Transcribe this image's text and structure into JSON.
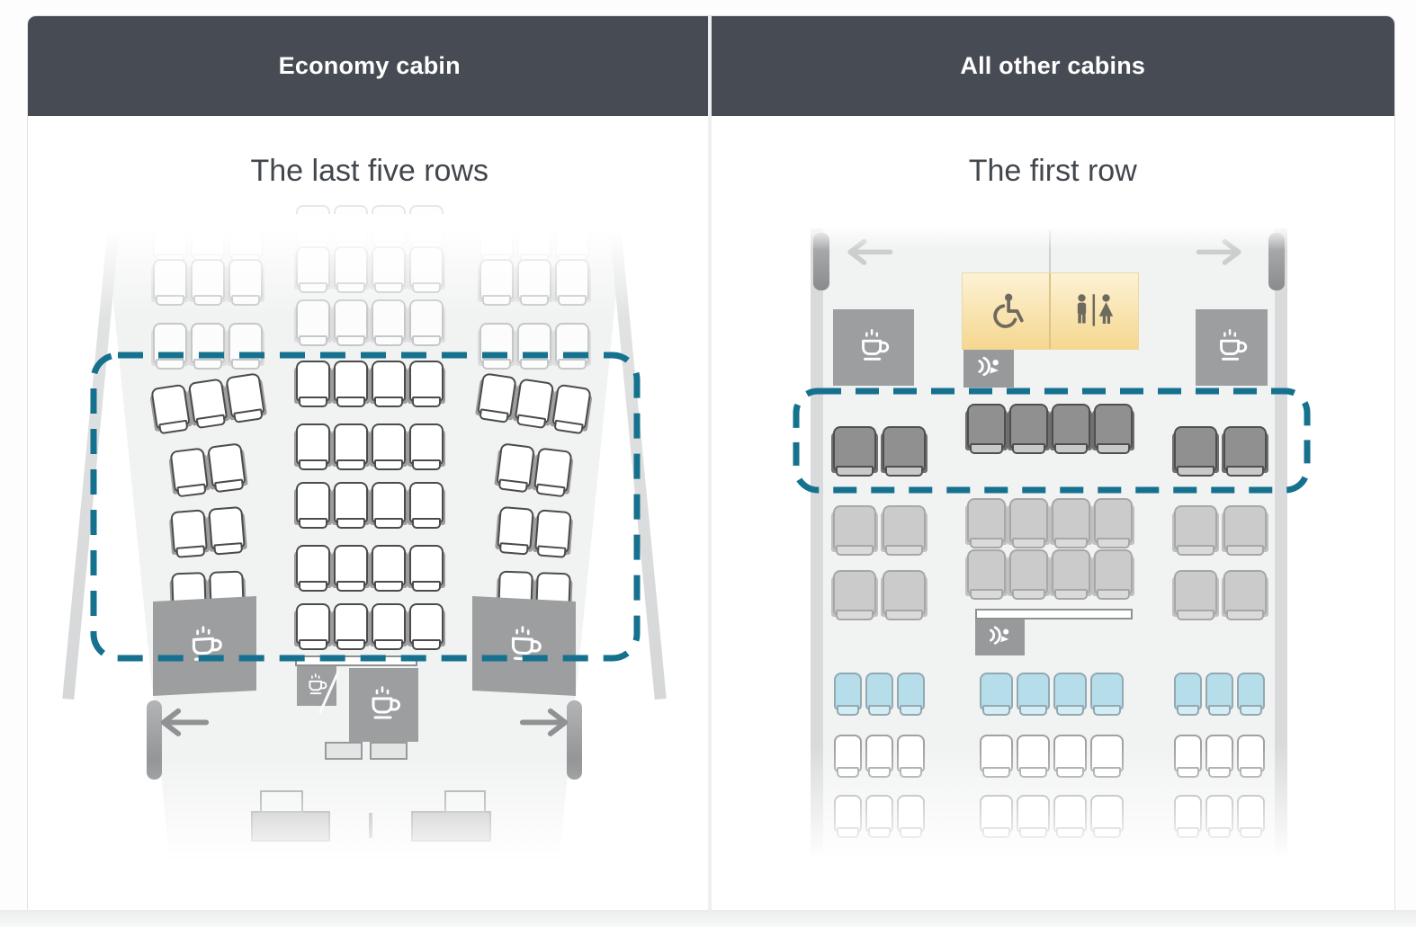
{
  "table": {
    "columns": [
      {
        "id": "economy",
        "header": "Economy cabin",
        "subtitle": "The last five rows"
      },
      {
        "id": "other",
        "header": "All other cabins",
        "subtitle": "The first row"
      }
    ]
  },
  "colors": {
    "header_bg": "#474c54",
    "header_text": "#ffffff",
    "subtitle_text": "#42474d",
    "highlight_dashed": "#15718e",
    "fuselage": "#f1f2f2",
    "galley_gray": "#9c9ea0",
    "lavatory_yellow": "#f5d78f",
    "selected_seat_dark": "#909090",
    "bassinet_row_blue": "#b6ddea"
  },
  "icons": [
    {
      "name": "coffee-cup-icon",
      "meaning": "galley"
    },
    {
      "name": "wheelchair-icon",
      "meaning": "accessible lavatory"
    },
    {
      "name": "restroom-icon",
      "meaning": "lavatory"
    },
    {
      "name": "bassinet-icon",
      "meaning": "bassinet position"
    },
    {
      "name": "exit-arrow-left-icon",
      "meaning": "exit left"
    },
    {
      "name": "exit-arrow-right-icon",
      "meaning": "exit right"
    }
  ],
  "economy_map": {
    "layout": "3-4-3",
    "highlighted_rows": [
      4,
      5,
      6,
      7,
      8
    ],
    "rows": [
      {
        "l": 3,
        "c": 4,
        "r": 3,
        "class": "ghost"
      },
      {
        "l": 3,
        "c": 4,
        "r": 3,
        "class": "faded"
      },
      {
        "l": 3,
        "c": 4,
        "r": 3,
        "class": "faded"
      },
      {
        "l": 3,
        "c": 4,
        "r": 3,
        "class": "sel"
      },
      {
        "l": 2,
        "c": 4,
        "r": 2,
        "class": "sel"
      },
      {
        "l": 2,
        "c": 4,
        "r": 2,
        "class": "sel"
      },
      {
        "l": 2,
        "c": 4,
        "r": 2,
        "class": "sel"
      },
      {
        "l": 0,
        "c": 4,
        "r": 0,
        "class": "sel"
      }
    ]
  },
  "other_map": {
    "layout_front": "2-4-2",
    "layout_rear": "3-4-3",
    "highlighted_rows": [
      1
    ],
    "rows": [
      {
        "l": 2,
        "c": 4,
        "r": 2,
        "class": "p sd"
      },
      {
        "l": 2,
        "c": 4,
        "r": 2,
        "class": "p pf"
      },
      {
        "l": 2,
        "c": 4,
        "r": 2,
        "class": "p pf"
      },
      {
        "l": 3,
        "c": 4,
        "r": 3,
        "class": "e blue"
      },
      {
        "l": 3,
        "c": 4,
        "r": 3,
        "class": "e wht"
      },
      {
        "l": 3,
        "c": 4,
        "r": 3,
        "class": "e wht"
      }
    ]
  }
}
